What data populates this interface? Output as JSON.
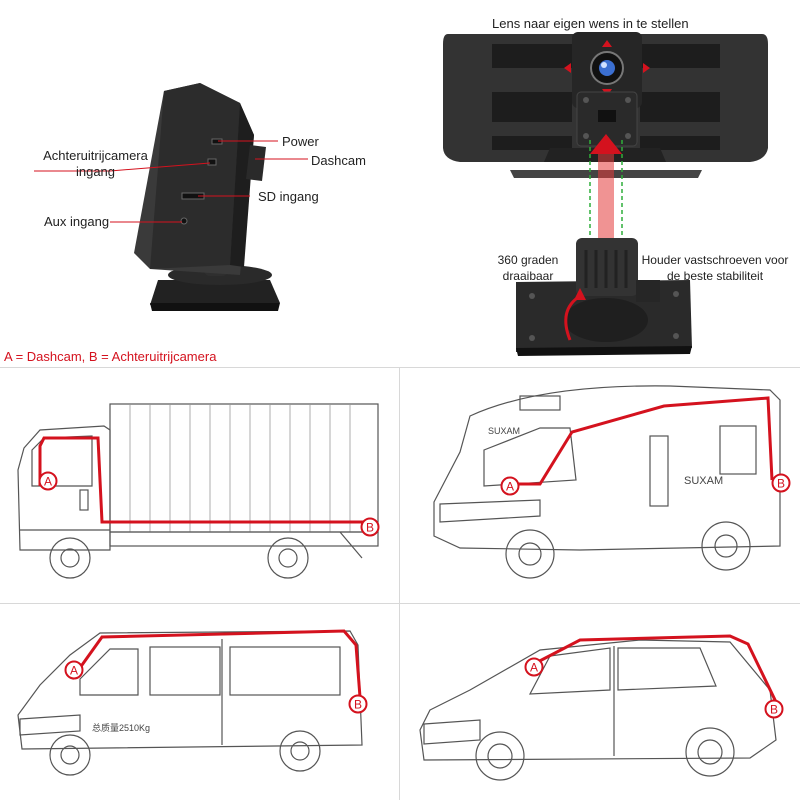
{
  "labels": {
    "lens": "Lens naar eigen wens in te stellen",
    "rear_cam": "Achteruitrijcamera ingang",
    "aux": "Aux ingang",
    "power": "Power",
    "dashcam": "Dashcam",
    "sd": "SD ingang",
    "rotate": "360 graden draaibaar",
    "mount": "Houder vastschroeven voor de beste stabiliteit"
  },
  "legend": "A = Dashcam, B = Achteruitrijcamera",
  "markers": {
    "a": "A",
    "b": "B"
  },
  "vehicles": {
    "truck_text": "",
    "rv_brand": "SUXAM",
    "rv_brand_small": "SUXAM",
    "van_plate_text": "总质量2510Kg"
  },
  "colors": {
    "accent": "#d4121e",
    "device": "#2b2b2b",
    "sketch": "#555555"
  },
  "icons": [
    "power-port-icon",
    "sd-slot-icon",
    "aux-port-icon",
    "rotate-arrow-icon"
  ]
}
